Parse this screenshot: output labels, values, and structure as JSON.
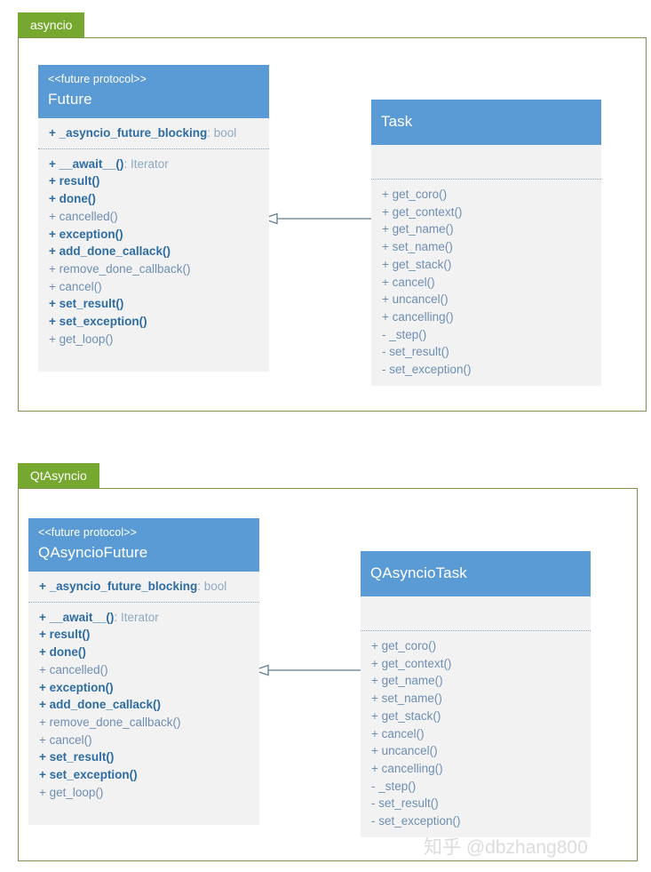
{
  "diagram": {
    "title": "asyncio / QtAsyncio class diagram",
    "colors": {
      "package_tab": "#76A72F",
      "package_border": "#7E8F4E",
      "class_header": "#5B9BD5",
      "class_body": "#F2F2F2",
      "member_text": "#6E8FB3",
      "member_bold_text": "#2E6CA4",
      "edge": "#5F7D95",
      "watermark": "#DCDCDC"
    }
  },
  "packages": [
    {
      "name": "asyncio",
      "classes": {
        "left": {
          "stereotype": "<<future protocol>>",
          "name": "Future",
          "attributes": [
            {
              "text": "+ ",
              "name": "_asyncio_future_blocking",
              "type": ": bool",
              "bold": true
            }
          ],
          "methods": [
            {
              "text": "+ ",
              "name": "__await__()",
              "type": ": Iterator",
              "bold": true
            },
            {
              "text": "+ ",
              "name": "result()",
              "type": "",
              "bold": true
            },
            {
              "text": "+ ",
              "name": "done()",
              "type": "",
              "bold": true
            },
            {
              "text": "+ ",
              "name": "cancelled()",
              "type": "",
              "bold": false
            },
            {
              "text": "+ ",
              "name": "exception()",
              "type": "",
              "bold": true
            },
            {
              "text": "+ ",
              "name": "add_done_callack()",
              "type": "",
              "bold": true
            },
            {
              "text": "+ ",
              "name": "remove_done_callback()",
              "type": "",
              "bold": false
            },
            {
              "text": "+ ",
              "name": "cancel()",
              "type": "",
              "bold": false
            },
            {
              "text": "+ ",
              "name": "set_result()",
              "type": "",
              "bold": true
            },
            {
              "text": "+ ",
              "name": "set_exception()",
              "type": "",
              "bold": true
            },
            {
              "text": "+ ",
              "name": "get_loop()",
              "type": "",
              "bold": false
            }
          ]
        },
        "right": {
          "stereotype": "",
          "name": "Task",
          "attributes": [],
          "methods": [
            {
              "text": "+ ",
              "name": "get_coro()",
              "type": "",
              "bold": false
            },
            {
              "text": "+ ",
              "name": "get_context()",
              "type": "",
              "bold": false
            },
            {
              "text": "+ ",
              "name": "get_name()",
              "type": "",
              "bold": false
            },
            {
              "text": "+ ",
              "name": "set_name()",
              "type": "",
              "bold": false
            },
            {
              "text": "+ ",
              "name": "get_stack()",
              "type": "",
              "bold": false
            },
            {
              "text": "+ ",
              "name": "cancel()",
              "type": "",
              "bold": false
            },
            {
              "text": "+ ",
              "name": "uncancel()",
              "type": "",
              "bold": false
            },
            {
              "text": "+ ",
              "name": "cancelling()",
              "type": "",
              "bold": false
            },
            {
              "text": "- ",
              "name": "_step()",
              "type": "",
              "bold": false
            },
            {
              "text": "- ",
              "name": "set_result()",
              "type": "",
              "bold": false
            },
            {
              "text": "- ",
              "name": "set_exception()",
              "type": "",
              "bold": false
            }
          ]
        }
      }
    },
    {
      "name": "QtAsyncio",
      "classes": {
        "left": {
          "stereotype": "<<future protocol>>",
          "name": "QAsyncioFuture",
          "attributes": [
            {
              "text": "+ ",
              "name": "_asyncio_future_blocking",
              "type": ": bool",
              "bold": true
            }
          ],
          "methods": [
            {
              "text": "+ ",
              "name": "__await__()",
              "type": ": Iterator",
              "bold": true
            },
            {
              "text": "+ ",
              "name": "result()",
              "type": "",
              "bold": true
            },
            {
              "text": "+ ",
              "name": "done()",
              "type": "",
              "bold": true
            },
            {
              "text": "+ ",
              "name": "cancelled()",
              "type": "",
              "bold": false
            },
            {
              "text": "+ ",
              "name": "exception()",
              "type": "",
              "bold": true
            },
            {
              "text": "+ ",
              "name": "add_done_callack()",
              "type": "",
              "bold": true
            },
            {
              "text": "+ ",
              "name": "remove_done_callback()",
              "type": "",
              "bold": false
            },
            {
              "text": "+ ",
              "name": "cancel()",
              "type": "",
              "bold": false
            },
            {
              "text": "+ ",
              "name": "set_result()",
              "type": "",
              "bold": true
            },
            {
              "text": "+ ",
              "name": "set_exception()",
              "type": "",
              "bold": true
            },
            {
              "text": "+ ",
              "name": "get_loop()",
              "type": "",
              "bold": false
            }
          ]
        },
        "right": {
          "stereotype": "",
          "name": "QAsyncioTask",
          "attributes": [],
          "methods": [
            {
              "text": "+ ",
              "name": "get_coro()",
              "type": "",
              "bold": false
            },
            {
              "text": "+ ",
              "name": "get_context()",
              "type": "",
              "bold": false
            },
            {
              "text": "+ ",
              "name": "get_name()",
              "type": "",
              "bold": false
            },
            {
              "text": "+ ",
              "name": "set_name()",
              "type": "",
              "bold": false
            },
            {
              "text": "+ ",
              "name": "get_stack()",
              "type": "",
              "bold": false
            },
            {
              "text": "+ ",
              "name": "cancel()",
              "type": "",
              "bold": false
            },
            {
              "text": "+ ",
              "name": "uncancel()",
              "type": "",
              "bold": false
            },
            {
              "text": "+ ",
              "name": "cancelling()",
              "type": "",
              "bold": false
            },
            {
              "text": "- ",
              "name": "_step()",
              "type": "",
              "bold": false
            },
            {
              "text": "- ",
              "name": "set_result()",
              "type": "",
              "bold": false
            },
            {
              "text": "- ",
              "name": "set_exception()",
              "type": "",
              "bold": false
            }
          ]
        }
      }
    }
  ],
  "relations": [
    {
      "kind": "generalization",
      "from": "Task",
      "to": "Future"
    },
    {
      "kind": "generalization",
      "from": "QAsyncioTask",
      "to": "QAsyncioFuture"
    }
  ],
  "watermark": {
    "text": "知乎 @dbzhang800"
  }
}
